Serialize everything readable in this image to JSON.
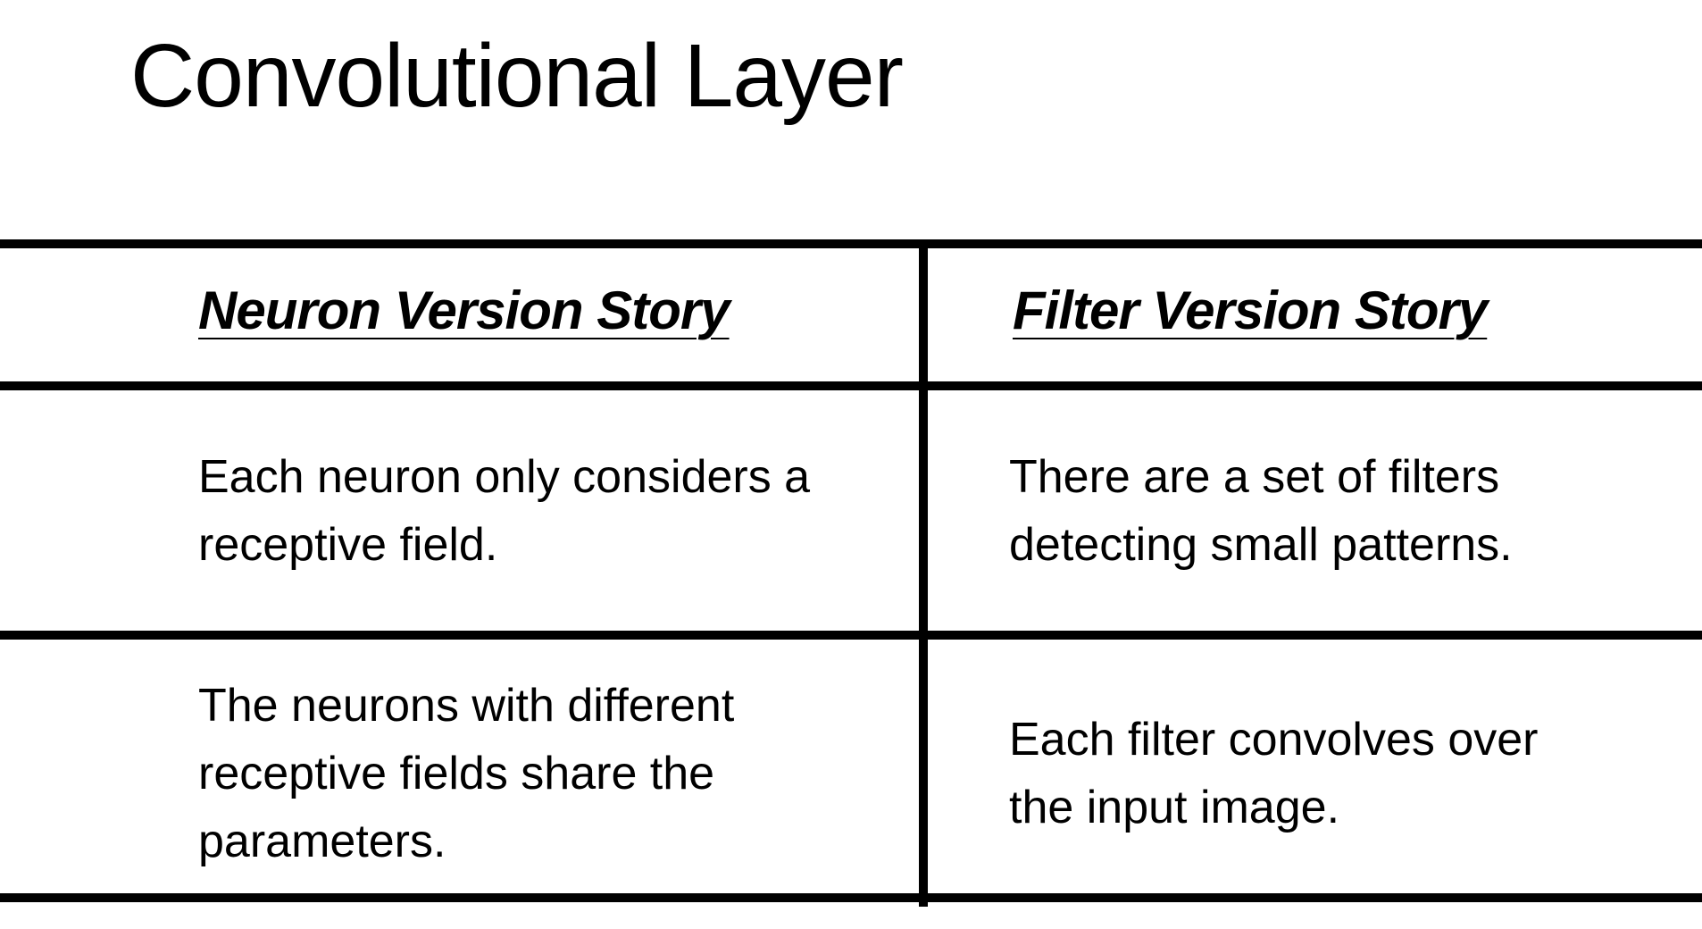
{
  "title": "Convolutional Layer",
  "table": {
    "headers": [
      "Neuron Version Story",
      "Filter Version Story"
    ],
    "rows": [
      [
        "Each neuron only considers a receptive field.",
        "There are a set of filters detecting small patterns."
      ],
      [
        "The neurons with different receptive fields share the parameters.",
        "Each filter convolves over the input image."
      ]
    ]
  }
}
